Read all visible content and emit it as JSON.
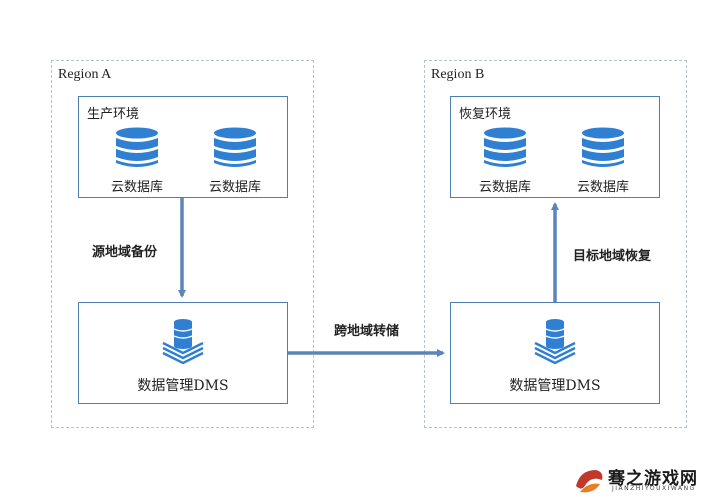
{
  "region_a": {
    "label": "Region A",
    "production_box": {
      "title": "生产环境",
      "db_labels": [
        "云数据库",
        "云数据库"
      ]
    },
    "dms_label": "数据管理DMS"
  },
  "region_b": {
    "label": "Region B",
    "recovery_box": {
      "title": "恢复环境",
      "db_labels": [
        "云数据库",
        "云数据库"
      ]
    },
    "dms_label": "数据管理DMS"
  },
  "flows": {
    "source_backup": "源地域备份",
    "cross_region_transfer": "跨地域转储",
    "target_restore": "目标地域恢复"
  },
  "colors": {
    "db_blue": "#2f7fd3",
    "arrow_blue": "#5b85b8",
    "border_blue": "#4f7fb0",
    "dashed_gray": "#b9c3cc"
  },
  "watermark": {
    "text": "骞之游戏网",
    "subtext": "JIANZHIYOUXIWANG"
  }
}
